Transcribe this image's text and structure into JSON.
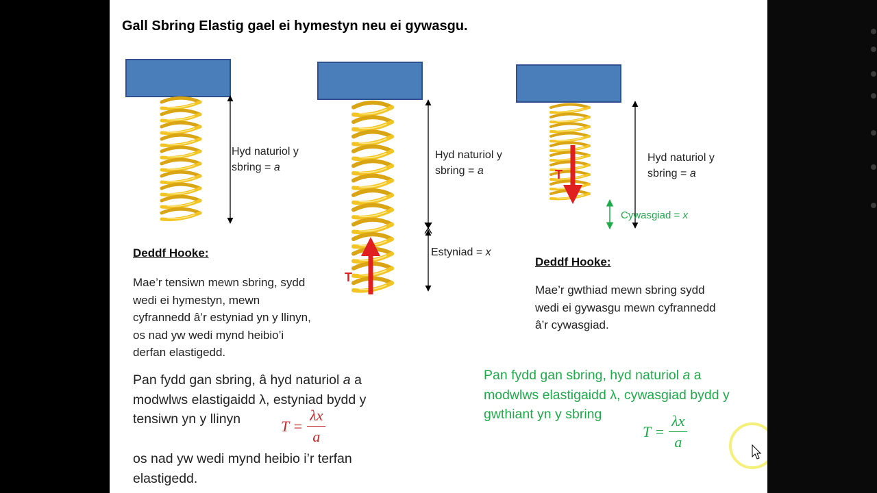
{
  "slide": {
    "title": "Gall Sbring Elastig gael ei hymestyn neu ei gywasgu.",
    "diagram1": {
      "length_label_line1": "Hyd naturiol y",
      "length_label_line2_prefix": "sbring = ",
      "length_label_var": "a"
    },
    "diagram2": {
      "length_label_line1": "Hyd naturiol y",
      "length_label_line2_prefix": "sbring = ",
      "length_label_var": "a",
      "extension_label_prefix": "Estyniad = ",
      "extension_label_var": "x",
      "tension_label": "T"
    },
    "diagram3": {
      "length_label_line1": "Hyd naturiol y",
      "length_label_line2_prefix": "sbring = ",
      "length_label_var": "a",
      "compression_label_prefix": "Cywasgiad = ",
      "compression_label_var": "x",
      "thrust_label": "T"
    },
    "left_text": {
      "heading": "Deddf Hooke:",
      "lines": [
        "Mae’r tensiwn mewn sbring, sydd",
        "wedi ei hymestyn, mewn",
        "cyfrannedd â’r estyniad yn y llinyn,",
        "os nad yw wedi mynd heibio’i",
        "derfan elastigedd."
      ],
      "formula_line1_prefix": "Pan fydd gan sbring, â hyd naturiol ",
      "formula_line1_var": "a",
      "formula_line1_suffix": " a",
      "formula_line2": "modwlws elastigaidd λ, estyniad bydd y",
      "formula_line3": "tensiwn yn y llinyn",
      "formula": {
        "lhs": "T =",
        "numerator": "λx",
        "denominator": "a"
      },
      "footer_line1": "os nad yw wedi mynd heibio i’r terfan",
      "footer_line2": "elastigedd."
    },
    "right_text": {
      "heading": "Deddf Hooke:",
      "lines": [
        "Mae’r gwthiad mewn sbring sydd",
        "wedi ei gywasgu mewn cyfrannedd",
        "â’r cywasgiad."
      ],
      "formula_line1_prefix": "Pan fydd gan sbring, hyd naturiol ",
      "formula_line1_var": "a",
      "formula_line1_suffix": " a",
      "formula_line2": "modwlws elastigaidd λ, cywasgiad bydd y",
      "formula_line3": "gwthiant yn y sbring",
      "formula": {
        "lhs": "T =",
        "numerator": "λx",
        "denominator": "a"
      }
    }
  },
  "colors": {
    "block": "#4a7ebb",
    "spring": "#f3c524",
    "arrow": "#e02020",
    "green": "#1faa4a",
    "cursor_ring": "#f5f07a"
  }
}
